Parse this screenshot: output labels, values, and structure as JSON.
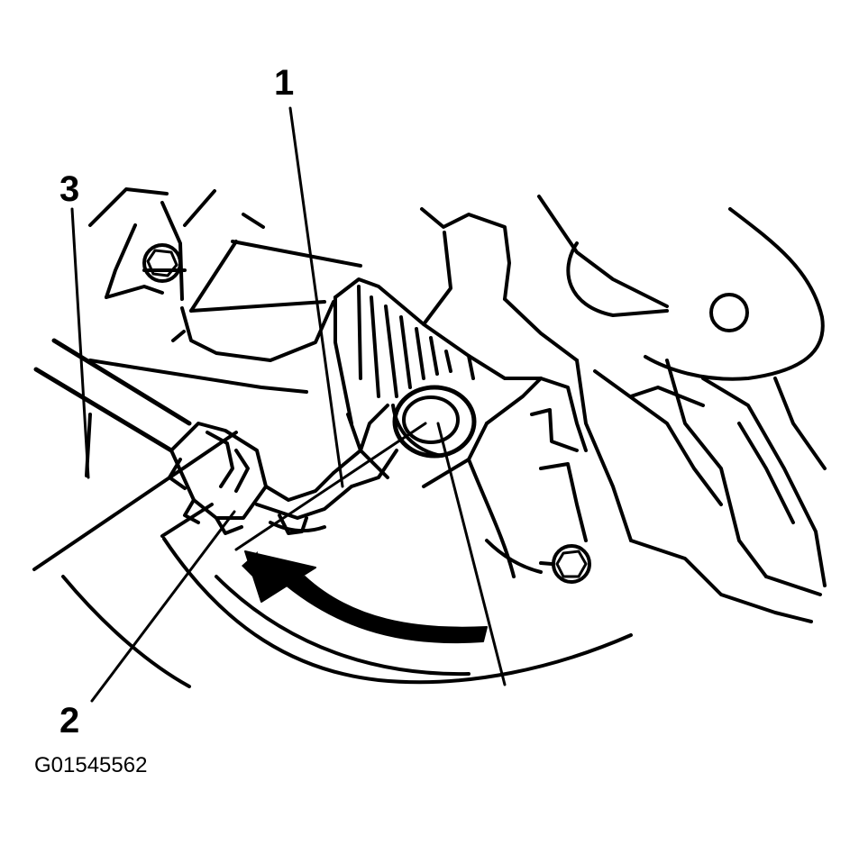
{
  "callouts": {
    "one": "1",
    "two": "2",
    "three": "3"
  },
  "figure_id": "G01545562",
  "colors": {
    "ink": "#000000",
    "paper": "#ffffff"
  }
}
